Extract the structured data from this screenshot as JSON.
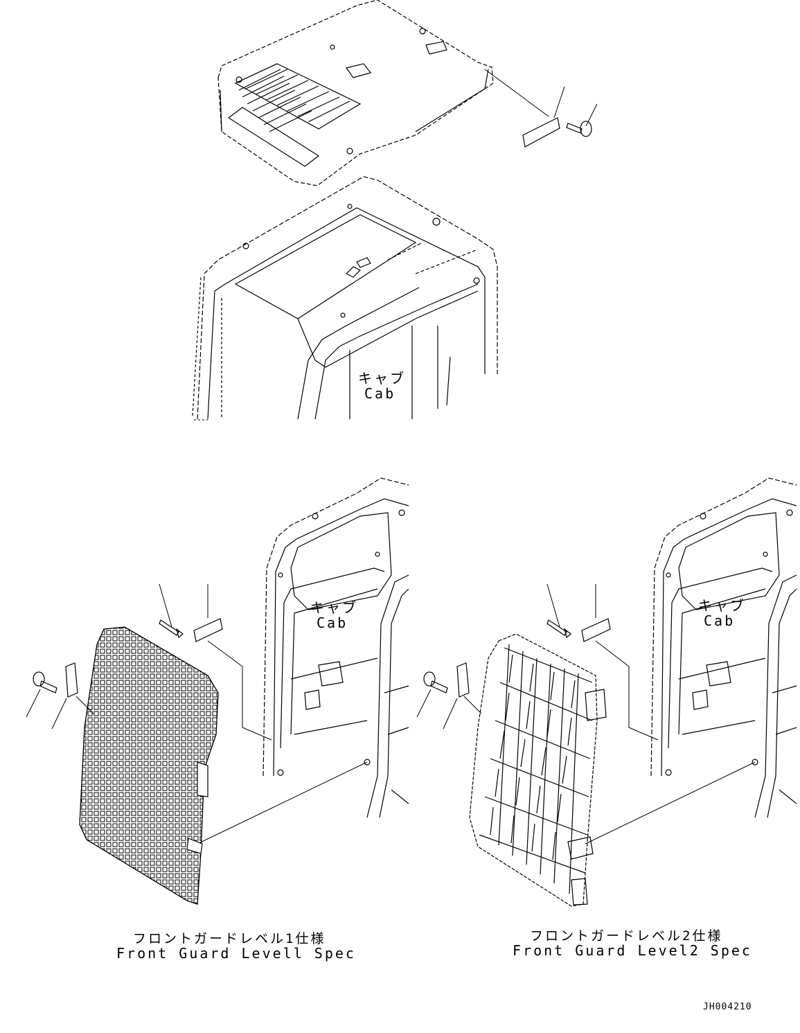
{
  "labels": {
    "cab_top_jp": "キャブ",
    "cab_top_en": "Cab",
    "cab_left_jp": "キャブ",
    "cab_left_en": "Cab",
    "cab_right_jp": "キャブ",
    "cab_right_en": "Cab"
  },
  "captions": {
    "level1_jp": "フロントガードレベル1仕様",
    "level1_en": "Front Guard Levell Spec",
    "level2_jp": "フロントガードレベル2仕様",
    "level2_en": "Front Guard Level2 Spec"
  },
  "drawing_number": "JH004210"
}
